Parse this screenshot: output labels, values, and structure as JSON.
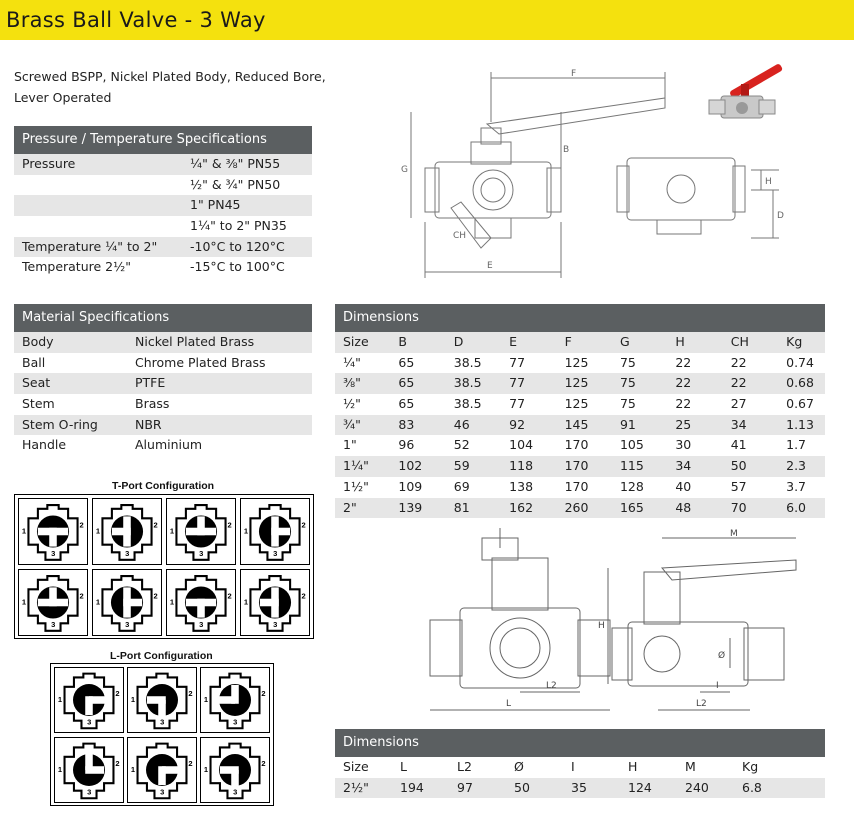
{
  "page": {
    "title": "Brass Ball Valve - 3 Way",
    "subtitle": "Screwed BSPP, Nickel Plated Body, Reduced Bore, Lever Operated"
  },
  "pressure_table": {
    "header": "Pressure / Temperature Specifications",
    "rows": [
      {
        "label": "Pressure",
        "value": "¼\" & ⅜\" PN55"
      },
      {
        "label": "",
        "value": "½\" & ¾\" PN50"
      },
      {
        "label": "",
        "value": "1\" PN45"
      },
      {
        "label": "",
        "value": "1¼\" to 2\" PN35"
      },
      {
        "label": "Temperature ¼\" to 2\"",
        "value": "-10°C to 120°C"
      },
      {
        "label": "Temperature 2½\"",
        "value": "-15°C to 100°C"
      }
    ]
  },
  "material_table": {
    "header": "Material Specifications",
    "rows": [
      {
        "label": "Body",
        "value": "Nickel Plated Brass"
      },
      {
        "label": "Ball",
        "value": "Chrome Plated Brass"
      },
      {
        "label": "Seat",
        "value": "PTFE"
      },
      {
        "label": "Stem",
        "value": "Brass"
      },
      {
        "label": "Stem O-ring",
        "value": "NBR"
      },
      {
        "label": "Handle",
        "value": "Aluminium"
      }
    ]
  },
  "dimensions_table_1": {
    "header": "Dimensions",
    "columns": [
      "Size",
      "B",
      "D",
      "E",
      "F",
      "G",
      "H",
      "CH",
      "Kg"
    ],
    "rows": [
      [
        "¼\"",
        "65",
        "38.5",
        "77",
        "125",
        "75",
        "22",
        "22",
        "0.74"
      ],
      [
        "⅜\"",
        "65",
        "38.5",
        "77",
        "125",
        "75",
        "22",
        "22",
        "0.68"
      ],
      [
        "½\"",
        "65",
        "38.5",
        "77",
        "125",
        "75",
        "22",
        "27",
        "0.67"
      ],
      [
        "¾\"",
        "83",
        "46",
        "92",
        "145",
        "91",
        "25",
        "34",
        "1.13"
      ],
      [
        "1\"",
        "96",
        "52",
        "104",
        "170",
        "105",
        "30",
        "41",
        "1.7"
      ],
      [
        "1¼\"",
        "102",
        "59",
        "118",
        "170",
        "115",
        "34",
        "50",
        "2.3"
      ],
      [
        "1½\"",
        "109",
        "69",
        "138",
        "170",
        "128",
        "40",
        "57",
        "3.7"
      ],
      [
        "2\"",
        "139",
        "81",
        "162",
        "260",
        "165",
        "48",
        "70",
        "6.0"
      ]
    ]
  },
  "dimensions_table_2": {
    "header": "Dimensions",
    "columns": [
      "Size",
      "L",
      "L2",
      "Ø",
      "I",
      "H",
      "M",
      "Kg"
    ],
    "rows": [
      [
        "2½\"",
        "194",
        "97",
        "50",
        "35",
        "124",
        "240",
        "6.8"
      ]
    ]
  },
  "t_port": {
    "title": "T-Port Configuration",
    "port_labels": [
      "1",
      "2",
      "3"
    ]
  },
  "l_port": {
    "title": "L-Port Configuration",
    "port_labels": [
      "1",
      "2",
      "3"
    ]
  },
  "drawing_labels_top": [
    "F",
    "B",
    "G",
    "CH",
    "E",
    "H",
    "D"
  ],
  "drawing_labels_bottom": [
    "M",
    "H",
    "L2",
    "L",
    "Ø",
    "I",
    "L2"
  ],
  "colors": {
    "title_bar": "#f4e10e",
    "table_header": "#5b5f61",
    "row_shade": "#e6e6e6",
    "lever": "#d8231f"
  }
}
